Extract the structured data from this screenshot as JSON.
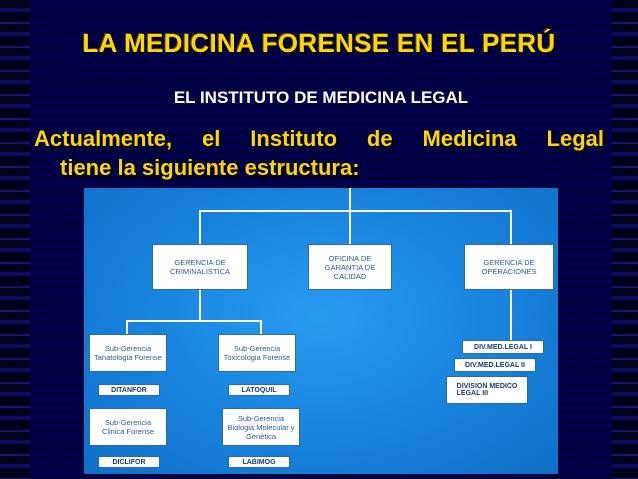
{
  "slide": {
    "title": "LA MEDICINA FORENSE EN EL PERÚ",
    "subtitle": "EL INSTITUTO DE MEDICINA LEGAL",
    "body_line1": "Actualmente, el Instituto de Medicina Legal",
    "body_line2": "tiene la siguiente estructura:"
  },
  "org_chart": {
    "gerencia_criminalistica": "GERENCIA DE\nCRIMINALISTICA",
    "oficina_calidad": "OFICINA DE\nGARANTIA DE\nCALIDAD",
    "gerencia_operaciones": "GERENCIA DE\nOPERACIONES",
    "sub_tanatologia": "Sub-Gerencia\nTanatologia Forense",
    "sub_toxicologia": "Sub-Gerencia\nToxicologia Forense",
    "sub_clinica": "Sub-Gerencia\nClinica Forense",
    "sub_biologia": "Sub-Gerencia\nBiologia Molecular y\nGenética",
    "ditanfor": "DITANFOR",
    "latoquil": "LATOQUIL",
    "diclifor": "DICLIFOR",
    "labimog": "LABIMOG",
    "div_med_1": "DIV.MED.LEGAL I",
    "div_med_2": "DIV.MED.LEGAL II",
    "div_med_3": "DIVISION  MEDICO\nLEGAL III"
  },
  "colors": {
    "background": "#00004a",
    "title": "#ffd700",
    "chart_background": "#1a86e0"
  }
}
